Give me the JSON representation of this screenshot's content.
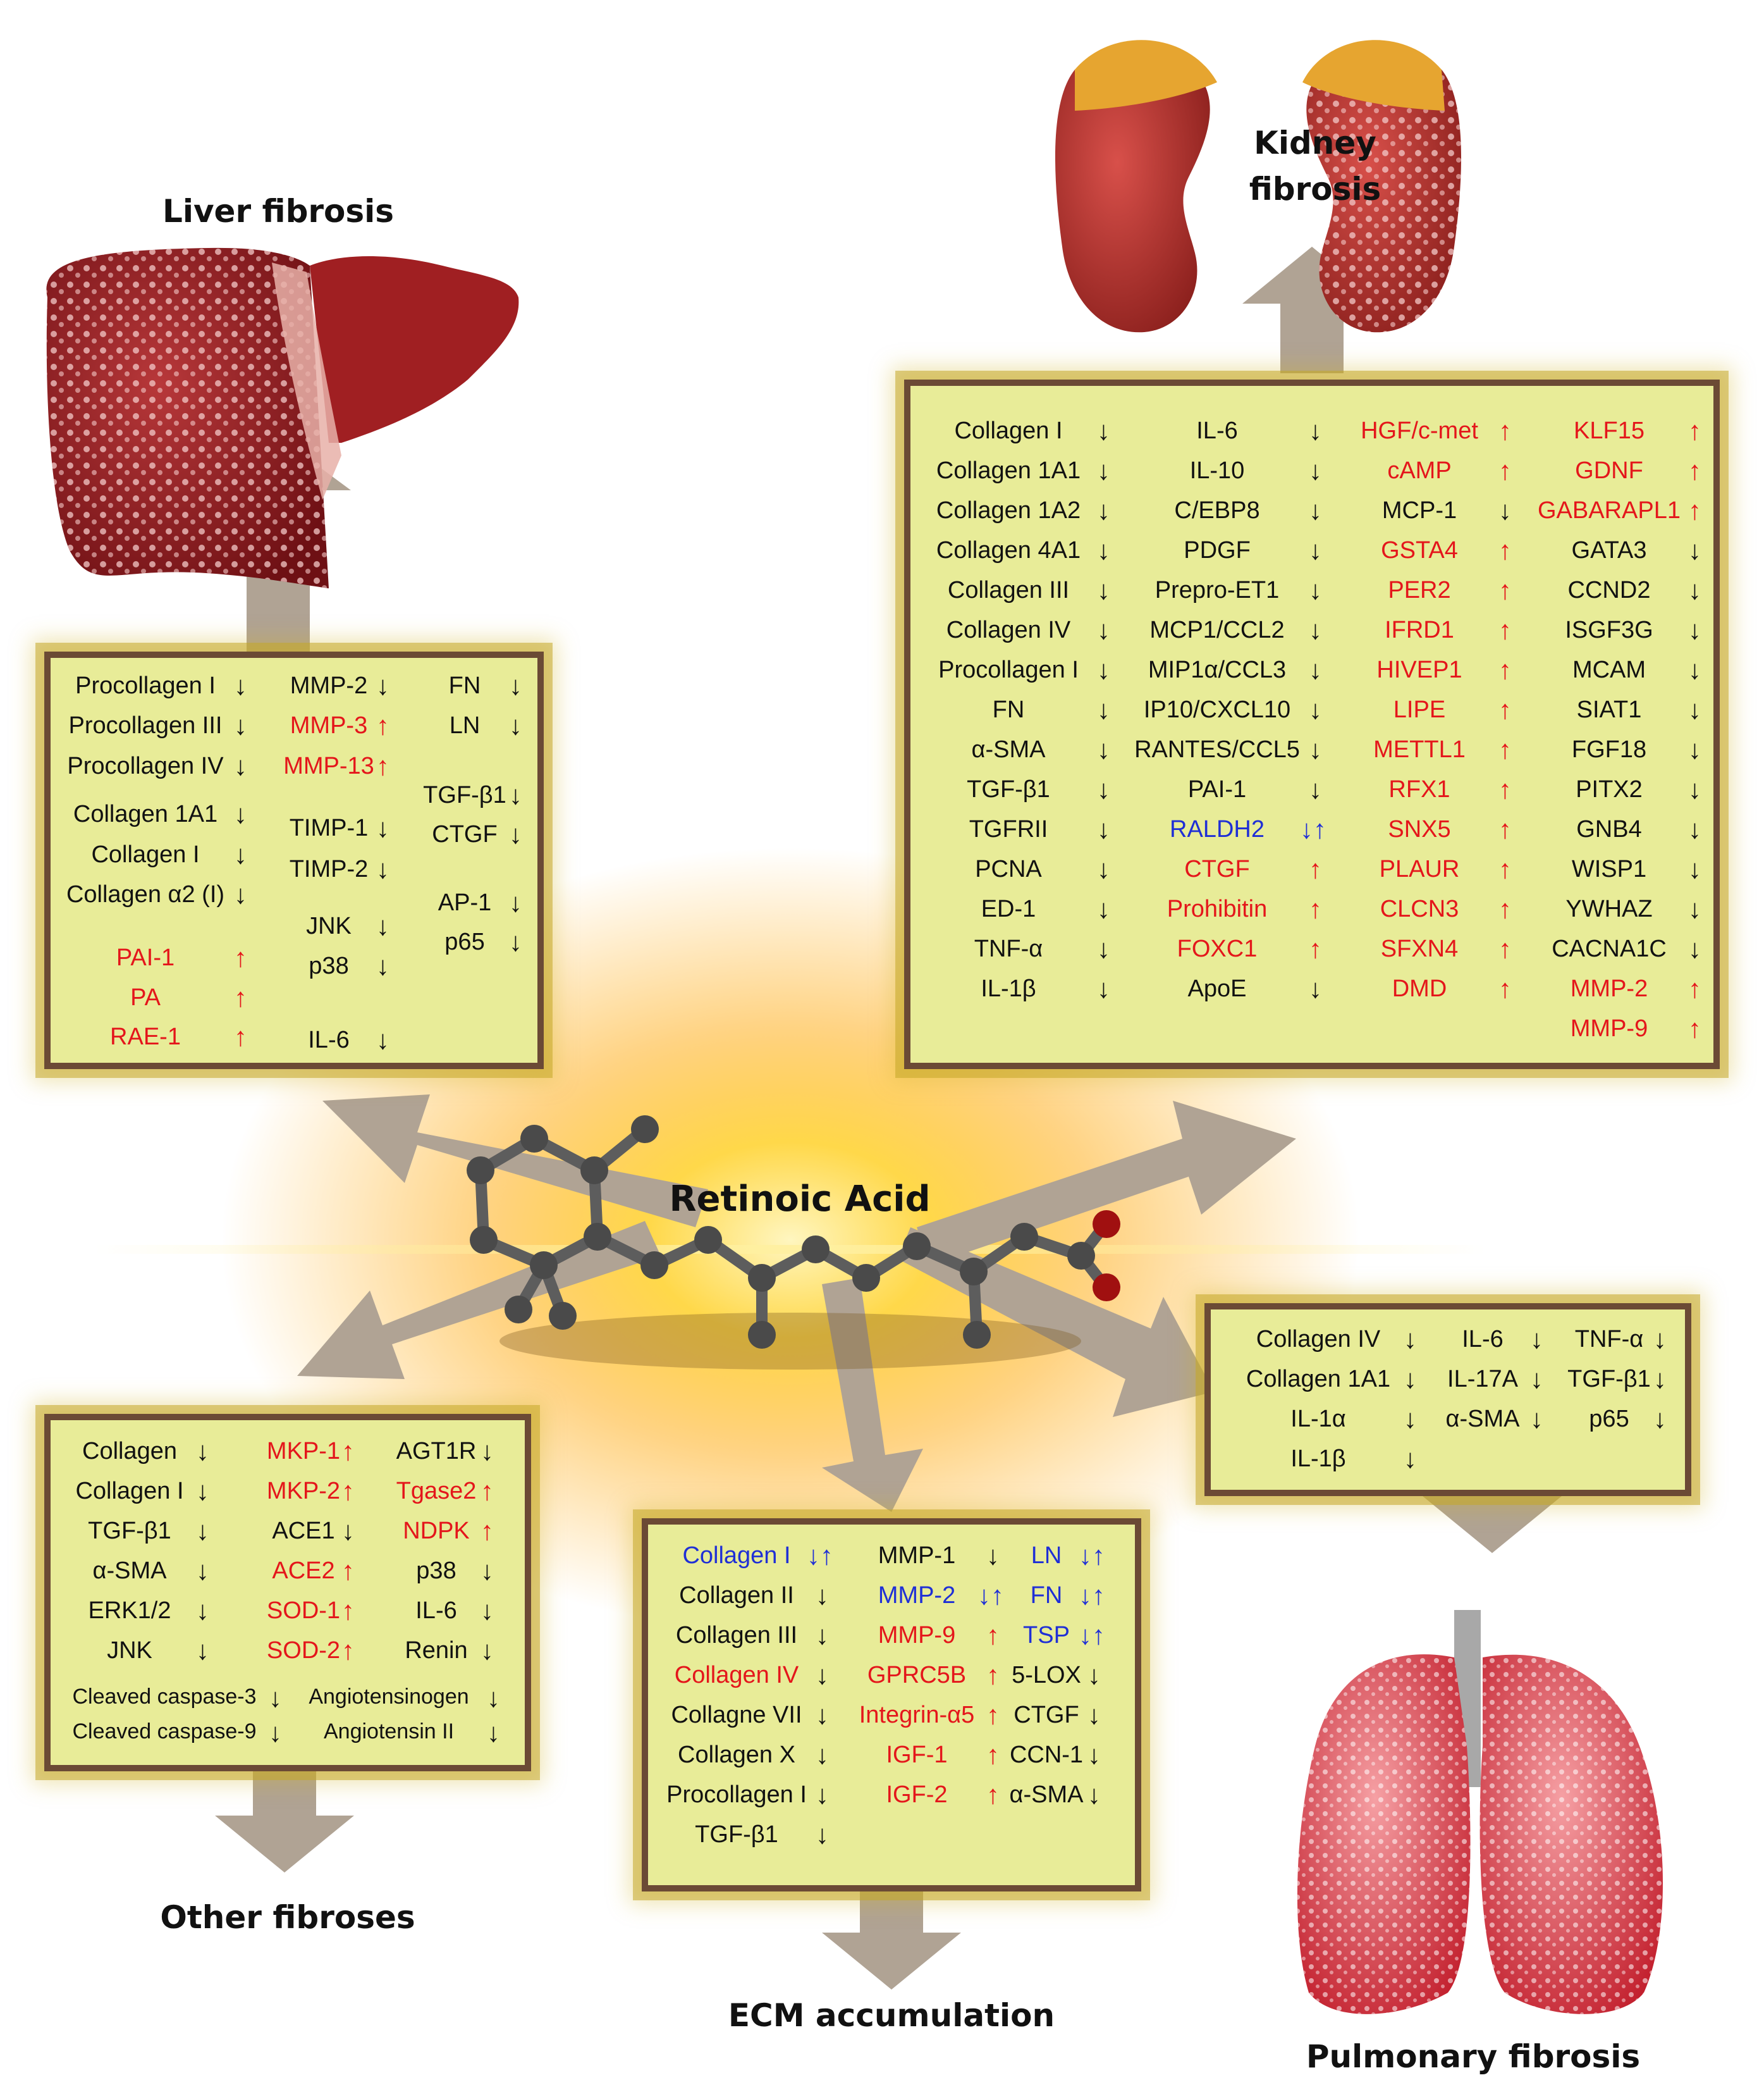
{
  "center": {
    "label": "Retinoic Acid"
  },
  "organs": {
    "liver": "Liver fibrosis",
    "kidney": [
      "Kidney",
      "fibrosis"
    ],
    "other": "Other fibroses",
    "ecm": "ECM accumulation",
    "lung": "Pulmonary fibrosis"
  },
  "colors": {
    "down": "#111111",
    "up": "#e4161b",
    "both": "#1f2fd6",
    "panel": "#e8ec98",
    "arrow": "#b0a394"
  },
  "panels": {
    "liver": [
      [
        [
          "Procollagen I",
          "k",
          "down"
        ],
        [
          "Procollagen III",
          "k",
          "down"
        ],
        [
          "Procollagen IV",
          "k",
          "down"
        ],
        [
          "Collagen 1A1",
          "k",
          "down"
        ],
        [
          "Collagen I",
          "k",
          "down"
        ],
        [
          "Collagen α2 (I)",
          "k",
          "down"
        ],
        [
          "PAI-1",
          "r",
          "up"
        ],
        [
          "PA",
          "r",
          "up"
        ],
        [
          "RAE-1",
          "r",
          "up"
        ]
      ],
      [
        [
          "MMP-2",
          "k",
          "down"
        ],
        [
          "MMP-3",
          "r",
          "up"
        ],
        [
          "MMP-13",
          "r",
          "up"
        ],
        [
          "TIMP-1",
          "k",
          "down"
        ],
        [
          "TIMP-2",
          "k",
          "down"
        ],
        [
          "JNK",
          "k",
          "down"
        ],
        [
          "p38",
          "k",
          "down"
        ],
        [
          "IL-6",
          "k",
          "down"
        ]
      ],
      [
        [
          "FN",
          "k",
          "down"
        ],
        [
          "LN",
          "k",
          "down"
        ],
        [
          "TGF-β1",
          "k",
          "down"
        ],
        [
          "CTGF",
          "k",
          "down"
        ],
        [
          "AP-1",
          "k",
          "down"
        ],
        [
          "p65",
          "k",
          "down"
        ]
      ]
    ],
    "kidney": [
      [
        [
          "Collagen  I",
          "k",
          "down"
        ],
        [
          "Collagen 1A1",
          "k",
          "down"
        ],
        [
          "Collagen 1A2",
          "k",
          "down"
        ],
        [
          "Collagen 4A1",
          "k",
          "down"
        ],
        [
          "Collagen III",
          "k",
          "down"
        ],
        [
          "Collagen IV",
          "k",
          "down"
        ],
        [
          "Procollagen I",
          "k",
          "down"
        ],
        [
          "FN",
          "k",
          "down"
        ],
        [
          "α-SMA",
          "k",
          "down"
        ],
        [
          "TGF-β1",
          "k",
          "down"
        ],
        [
          "TGFRII",
          "k",
          "down"
        ],
        [
          "PCNA",
          "k",
          "down"
        ],
        [
          "ED-1",
          "k",
          "down"
        ],
        [
          "TNF-α",
          "k",
          "down"
        ],
        [
          "IL-1β",
          "k",
          "down"
        ]
      ],
      [
        [
          "IL-6",
          "k",
          "down"
        ],
        [
          "IL-10",
          "k",
          "down"
        ],
        [
          "C/EBP8",
          "k",
          "down"
        ],
        [
          "PDGF",
          "k",
          "down"
        ],
        [
          "Prepro-ET1",
          "k",
          "down"
        ],
        [
          "MCP1/CCL2",
          "k",
          "down"
        ],
        [
          "MIP1α/CCL3",
          "k",
          "down"
        ],
        [
          "IP10/CXCL10",
          "k",
          "down"
        ],
        [
          "RANTES/CCL5",
          "k",
          "down"
        ],
        [
          "PAI-1",
          "k",
          "down"
        ],
        [
          "RALDH2",
          "b",
          "both"
        ],
        [
          "CTGF",
          "r",
          "up"
        ],
        [
          "Prohibitin",
          "r",
          "up"
        ],
        [
          "FOXC1",
          "r",
          "up"
        ],
        [
          "ApoE",
          "k",
          "down"
        ]
      ],
      [
        [
          "HGF/c-met",
          "r",
          "up"
        ],
        [
          "cAMP",
          "r",
          "up"
        ],
        [
          "MCP-1",
          "k",
          "down"
        ],
        [
          "GSTA4",
          "r",
          "up"
        ],
        [
          "PER2",
          "r",
          "up"
        ],
        [
          "IFRD1",
          "r",
          "up"
        ],
        [
          "HIVEP1",
          "r",
          "up"
        ],
        [
          "LIPE",
          "r",
          "up"
        ],
        [
          "METTL1",
          "r",
          "up"
        ],
        [
          "RFX1",
          "r",
          "up"
        ],
        [
          "SNX5",
          "r",
          "up"
        ],
        [
          "PLAUR",
          "r",
          "up"
        ],
        [
          "CLCN3",
          "r",
          "up"
        ],
        [
          "SFXN4",
          "r",
          "up"
        ],
        [
          "DMD",
          "r",
          "up"
        ]
      ],
      [
        [
          "KLF15",
          "r",
          "up"
        ],
        [
          "GDNF",
          "r",
          "up"
        ],
        [
          "GABARAPL1",
          "r",
          "up"
        ],
        [
          "GATA3",
          "k",
          "down"
        ],
        [
          "CCND2",
          "k",
          "down"
        ],
        [
          "ISGF3G",
          "k",
          "down"
        ],
        [
          "MCAM",
          "k",
          "down"
        ],
        [
          "SIAT1",
          "k",
          "down"
        ],
        [
          "FGF18",
          "k",
          "down"
        ],
        [
          "PITX2",
          "k",
          "down"
        ],
        [
          "GNB4",
          "k",
          "down"
        ],
        [
          "WISP1",
          "k",
          "down"
        ],
        [
          "YWHAZ",
          "k",
          "down"
        ],
        [
          "CACNA1C",
          "k",
          "down"
        ],
        [
          "MMP-2",
          "r",
          "up"
        ],
        [
          "MMP-9",
          "r",
          "up"
        ]
      ]
    ],
    "other": [
      [
        [
          "Collagen",
          "k",
          "down"
        ],
        [
          "Collagen I",
          "k",
          "down"
        ],
        [
          "TGF-β1",
          "k",
          "down"
        ],
        [
          "α-SMA",
          "k",
          "down"
        ],
        [
          "ERK1/2",
          "k",
          "down"
        ],
        [
          "JNK",
          "k",
          "down"
        ]
      ],
      [
        [
          "MKP-1",
          "r",
          "up"
        ],
        [
          "MKP-2",
          "r",
          "up"
        ],
        [
          "ACE1",
          "k",
          "down"
        ],
        [
          "ACE2",
          "r",
          "up"
        ],
        [
          "SOD-1",
          "r",
          "up"
        ],
        [
          "SOD-2",
          "r",
          "up"
        ]
      ],
      [
        [
          "AGT1R",
          "k",
          "down"
        ],
        [
          "Tgase2",
          "r",
          "up"
        ],
        [
          "NDPK",
          "r",
          "up"
        ],
        [
          "p38",
          "k",
          "down"
        ],
        [
          "IL-6",
          "k",
          "down"
        ],
        [
          "Renin",
          "k",
          "down"
        ]
      ],
      [
        [
          "Cleaved caspase-3",
          "k",
          "down"
        ],
        [
          "Cleaved caspase-9",
          "k",
          "down"
        ]
      ],
      [
        [
          "Angiotensinogen",
          "k",
          "down"
        ],
        [
          "Angiotensin II",
          "k",
          "down"
        ]
      ]
    ],
    "ecm": [
      [
        [
          "Collagen I",
          "b",
          "both"
        ],
        [
          "Collagen II",
          "k",
          "down"
        ],
        [
          "Collagen III",
          "k",
          "down"
        ],
        [
          "Collagen IV",
          "r",
          "down"
        ],
        [
          "Collagne VII",
          "k",
          "down"
        ],
        [
          "Collagen X",
          "k",
          "down"
        ],
        [
          "Procollagen I",
          "k",
          "down"
        ],
        [
          "TGF-β1",
          "k",
          "down"
        ]
      ],
      [
        [
          "MMP-1",
          "k",
          "down"
        ],
        [
          "MMP-2",
          "b",
          "both"
        ],
        [
          "MMP-9",
          "r",
          "up"
        ],
        [
          "GPRC5B",
          "r",
          "up"
        ],
        [
          "Integrin-α5",
          "r",
          "up"
        ],
        [
          "IGF-1",
          "r",
          "up"
        ],
        [
          "IGF-2",
          "r",
          "up"
        ]
      ],
      [
        [
          "LN",
          "b",
          "both"
        ],
        [
          "FN",
          "b",
          "both"
        ],
        [
          "TSP",
          "b",
          "both"
        ],
        [
          "5-LOX",
          "k",
          "down"
        ],
        [
          "CTGF",
          "k",
          "down"
        ],
        [
          "CCN-1",
          "k",
          "down"
        ],
        [
          "α-SMA",
          "k",
          "down"
        ]
      ]
    ],
    "lung": [
      [
        [
          "Collagen IV",
          "k",
          "down"
        ],
        [
          "Collagen 1A1",
          "k",
          "down"
        ],
        [
          "IL-1α",
          "k",
          "down"
        ],
        [
          "IL-1β",
          "k",
          "down"
        ]
      ],
      [
        [
          "IL-6",
          "k",
          "down"
        ],
        [
          "IL-17A",
          "k",
          "down"
        ],
        [
          "α-SMA",
          "k",
          "down"
        ]
      ],
      [
        [
          "TNF-α",
          "k",
          "down"
        ],
        [
          "TGF-β1",
          "k",
          "down"
        ],
        [
          "p65",
          "k",
          "down"
        ]
      ]
    ]
  }
}
